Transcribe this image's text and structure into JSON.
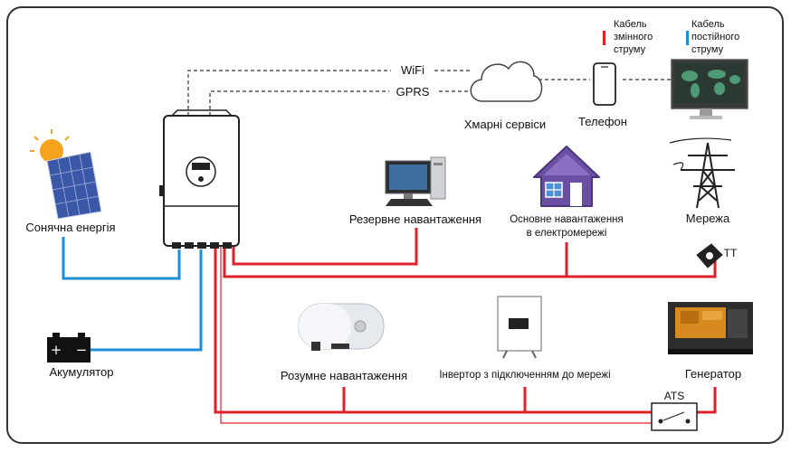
{
  "links": {
    "wifi": "WiFi",
    "gprs": "GPRS"
  },
  "legend": {
    "ac_cable": [
      "Кабель",
      "змінного",
      "струму"
    ],
    "dc_cable": [
      "Кабель",
      "постійного",
      "струму"
    ],
    "ac_color": "#e0202a",
    "dc_color": "#1e8fd6"
  },
  "nodes": {
    "cloud": "Хмарні сервіси",
    "phone": "Телефон",
    "solar": "Сонячна енергія",
    "backup_load": "Резервне навантаження",
    "home_load": [
      "Основне навантаження",
      "в електромережі"
    ],
    "grid": "Мережа",
    "ct": "TT",
    "battery": "Акумулятор",
    "smart_load": "Розумне навантаження",
    "grid_inverter": "Інвертор з підключенням до мережі",
    "generator": "Генератор",
    "ats": "ATS"
  },
  "colors": {
    "ac": "#e0202a",
    "dc": "#1e8fd6",
    "house": "#6a4fa3",
    "frame": "#333333"
  }
}
